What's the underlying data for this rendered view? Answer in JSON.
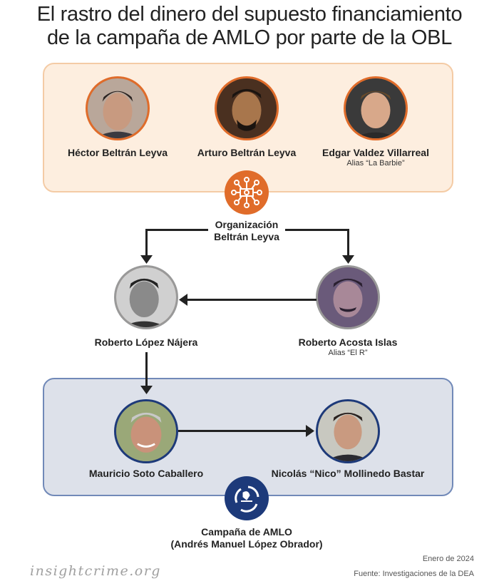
{
  "title": [
    "El rastro del dinero del supuesto financiamiento",
    "de la campaña de AMLO por parte de la OBL"
  ],
  "leaders": [
    {
      "name": "Héctor Beltrán Leyva",
      "alias": ""
    },
    {
      "name": "Arturo Beltrán Leyva",
      "alias": ""
    },
    {
      "name": "Edgar Valdez Villarreal",
      "alias": "Alias “La Barbie”"
    }
  ],
  "organization": {
    "line1": "Organización",
    "line2": "Beltrán Leyva",
    "icon": "money-network-icon"
  },
  "middle": [
    {
      "name": "Roberto López Nájera",
      "alias": ""
    },
    {
      "name": "Roberto Acosta Islas",
      "alias": "Alias “El R”"
    }
  ],
  "campaign_people": [
    {
      "name": "Mauricio Soto Caballero"
    },
    {
      "name": "Nicolás “Nico” Mollinedo Bastar"
    }
  ],
  "campaign": {
    "line1": "Campaña de AMLO",
    "line2": "(Andrés Manuel López Obrador)",
    "icon": "ballot-cycle-icon"
  },
  "footer": {
    "logo": "insightcrime.org",
    "date": "Enero de 2024",
    "source": "Fuente: Investigaciones de la DEA"
  },
  "colors": {
    "orange": "#e06c2a",
    "navy": "#1d3a7a",
    "peach": "#fdeedf",
    "blue_bg": "#dde1ea"
  }
}
